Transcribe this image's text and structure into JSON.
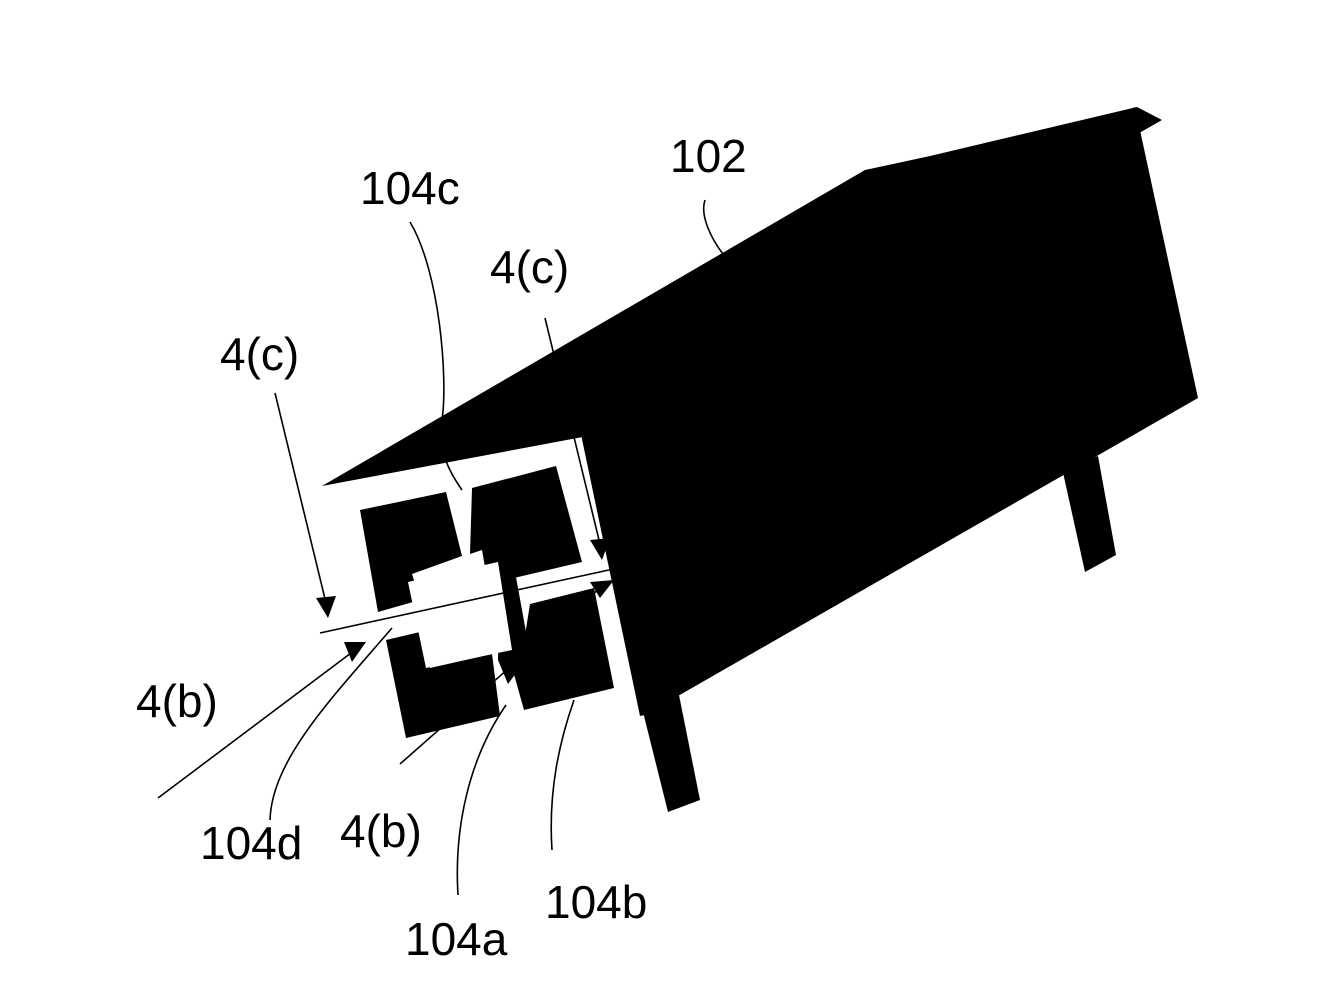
{
  "figure": {
    "ink_color": "#000000",
    "background_color": "#ffffff",
    "labels": {
      "housing": "102",
      "pad_c": "104c",
      "pad_d": "104d",
      "pad_a": "104a",
      "pad_b": "104b",
      "section_c_left": "4(c)",
      "section_c_right": "4(c)",
      "section_b_left": "4(b)",
      "section_b_bottom": "4(b)"
    }
  }
}
